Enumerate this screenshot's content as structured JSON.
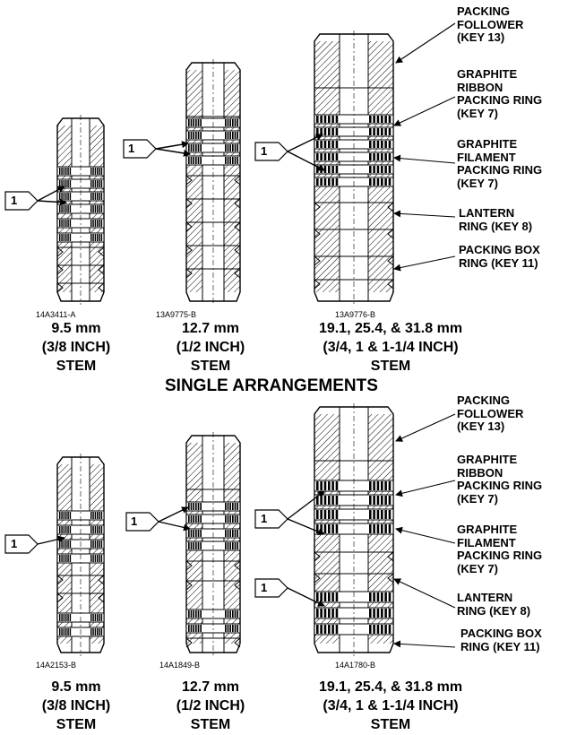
{
  "section_title": "SINGLE ARRANGEMENTS",
  "callout_number": "1",
  "top": {
    "figures": [
      {
        "drawing_no": "14A3411-A",
        "size_mm": "9.5 mm",
        "size_in": "(3/8 INCH)",
        "stem": "STEM"
      },
      {
        "drawing_no": "13A9775-B",
        "size_mm": "12.7 mm",
        "size_in": "(1/2 INCH)",
        "stem": "STEM"
      },
      {
        "drawing_no": "13A9776-B",
        "size_mm": "19.1, 25.4, & 31.8 mm",
        "size_in": "(3/4, 1 & 1-1/4 INCH)",
        "stem": "STEM"
      }
    ],
    "labels": [
      {
        "line1": "PACKING",
        "line2": "FOLLOWER",
        "line3": "(KEY 13)"
      },
      {
        "line1": "GRAPHITE",
        "line2": "RIBBON",
        "line3": "PACKING RING",
        "line4": "(KEY 7)"
      },
      {
        "line1": "GRAPHITE",
        "line2": "FILAMENT",
        "line3": "PACKING RING",
        "line4": "(KEY 7)"
      },
      {
        "line1": "LANTERN",
        "line2": "RING (KEY 8)"
      },
      {
        "line1": "PACKING BOX",
        "line2": "RING (KEY 11)"
      }
    ]
  },
  "bottom": {
    "figures": [
      {
        "drawing_no": "14A2153-B",
        "size_mm": "9.5 mm",
        "size_in": "(3/8 INCH)",
        "stem": "STEM"
      },
      {
        "drawing_no": "14A1849-B",
        "size_mm": "12.7 mm",
        "size_in": "(1/2 INCH)",
        "stem": "STEM"
      },
      {
        "drawing_no": "14A1780-B",
        "size_mm": "19.1, 25.4, & 31.8 mm",
        "size_in": "(3/4, 1 & 1-1/4 INCH)",
        "stem": "STEM"
      }
    ],
    "labels": [
      {
        "line1": "PACKING",
        "line2": "FOLLOWER",
        "line3": "(KEY 13)"
      },
      {
        "line1": "GRAPHITE",
        "line2": "RIBBON",
        "line3": "PACKING RING",
        "line4": "(KEY 7)"
      },
      {
        "line1": "GRAPHITE",
        "line2": "FILAMENT",
        "line3": "PACKING RING",
        "line4": "(KEY 7)"
      },
      {
        "line1": "LANTERN",
        "line2": "RING (KEY 8)"
      },
      {
        "line1": "PACKING BOX",
        "line2": "RING (KEY 11)"
      }
    ]
  }
}
